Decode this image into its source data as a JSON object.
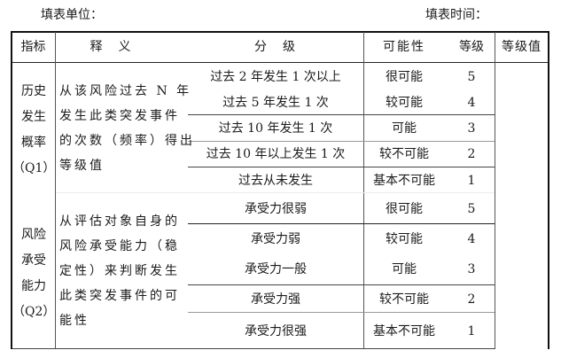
{
  "header": {
    "unit_label": "填表单位：",
    "time_label": "填表时间："
  },
  "columns": [
    "指标",
    "释　义",
    "分　级",
    "可能性",
    "等级",
    "等级值"
  ],
  "indicators": [
    {
      "name_lines": [
        "历史",
        "发生",
        "概率",
        "（Q1）"
      ],
      "definition_lines": [
        "从该风险过去 N 年",
        "发生此类突发事件",
        "的次数（频率）得出",
        "等级值"
      ],
      "rows": [
        {
          "grade": "过去 2 年发生 1 次以上",
          "likelihood": "很可能",
          "level": "5"
        },
        {
          "grade": "过去 5 年发生 1 次",
          "likelihood": "较可能",
          "level": "4"
        },
        {
          "grade": "过去 10 年发生 1 次",
          "likelihood": "可能",
          "level": "3"
        },
        {
          "grade": "过去 10 年以上发生 1 次",
          "likelihood": "较不可能",
          "level": "2"
        },
        {
          "grade": "过去从未发生",
          "likelihood": "基本不可能",
          "level": "1"
        }
      ]
    },
    {
      "name_lines": [
        "风险",
        "承受",
        "能力",
        "（Q2）"
      ],
      "definition_lines": [
        "从评估对象自身的",
        "风险承受能力（稳",
        "定性）来判断发生",
        "此类突发事件的可",
        "能性"
      ],
      "rows": [
        {
          "grade": "承受力很弱",
          "likelihood": "很可能",
          "level": "5"
        },
        {
          "grade": "承受力弱",
          "likelihood": "较可能",
          "level": "4"
        },
        {
          "grade": "承受力一般",
          "likelihood": "可能",
          "level": "3"
        },
        {
          "grade": "承受力强",
          "likelihood": "较不可能",
          "level": "2"
        },
        {
          "grade": "承受力很强",
          "likelihood": "基本不可能",
          "level": "1"
        }
      ]
    }
  ]
}
